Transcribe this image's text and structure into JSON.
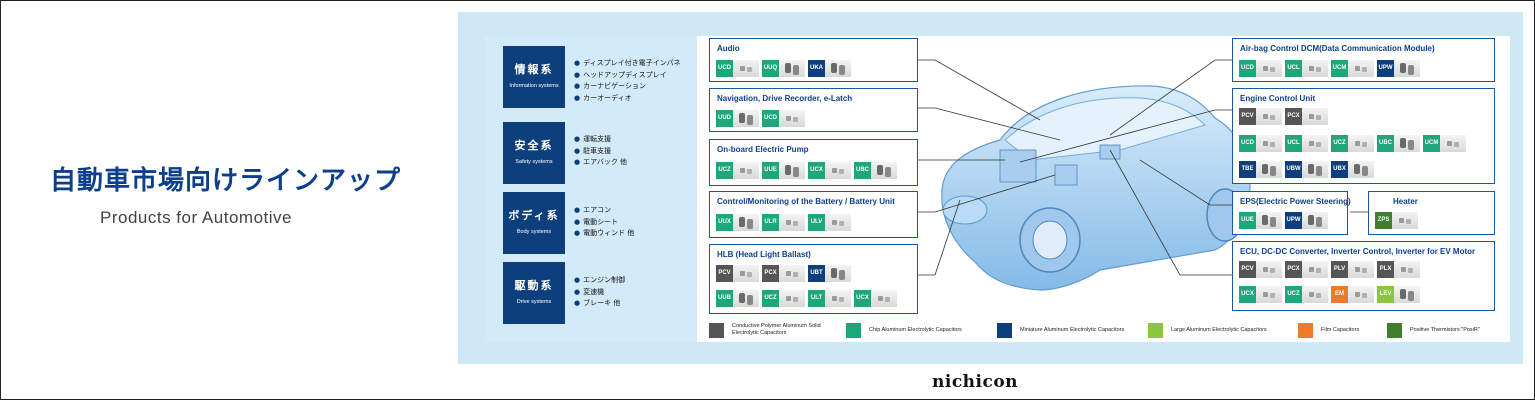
{
  "heading": {
    "ja": "自動車市場向けラインアップ",
    "en": "Products for Automotive"
  },
  "systems": [
    {
      "ja": "情報系",
      "en": "Information systems",
      "items": [
        "ディスプレイ付き電子インパネ",
        "ヘッドアップディスプレイ",
        "カーナビゲーション",
        "カーオーディオ"
      ]
    },
    {
      "ja": "安全系",
      "en": "Safety systems",
      "items": [
        "運転支援",
        "駐車支援",
        "エアバック 他"
      ]
    },
    {
      "ja": "ボディ系",
      "en": "Body systems",
      "items": [
        "エアコン",
        "電動シート",
        "電動ウィンド 他"
      ]
    },
    {
      "ja": "駆動系",
      "en": "Drive systems",
      "items": [
        "エンジン制御",
        "変速機",
        "ブレーキ 他"
      ]
    }
  ],
  "cards": {
    "audio": {
      "title": "Audio",
      "badges": [
        "UCD",
        "UUQ",
        "UKA"
      ]
    },
    "navigation": {
      "title": "Navigation, Drive Recorder, e-Latch",
      "badges": [
        "UUD",
        "UCD"
      ]
    },
    "pump": {
      "title": "On-board Electric Pump",
      "badges": [
        "UCZ",
        "UUE",
        "UCX",
        "UBC"
      ]
    },
    "battery": {
      "title": "Control/Monitoring of the Battery / Battery Unit",
      "badges": [
        "UUX",
        "ULR",
        "ULV"
      ]
    },
    "hlb": {
      "title": "HLB (Head Light Ballast)",
      "badges": [
        "PCV",
        "PCX",
        "UBT",
        "UUB",
        "UCZ",
        "ULT",
        "UCX"
      ]
    },
    "airbag": {
      "title": "Air-bag Control DCM(Data Communication Module)",
      "badges": [
        "UCD",
        "UCL",
        "UCM",
        "UPW"
      ]
    },
    "engine": {
      "title": "Engine Control Unit",
      "badges": [
        "PCV",
        "PCX",
        "UCD",
        "UCL",
        "UCZ",
        "UBC",
        "UCM",
        "TBE",
        "UBW",
        "UBX"
      ]
    },
    "eps": {
      "title": "EPS(Electric Power Steering)",
      "badges": [
        "UUE",
        "UPW"
      ]
    },
    "heater": {
      "title": "Heater",
      "badges": [
        "ZPS"
      ]
    },
    "ecu": {
      "title": "ECU, DC-DC Converter, Inverter Control, Inverter for EV Motor",
      "badges": [
        "PCV",
        "PCX",
        "PLV",
        "PLX",
        "UCX",
        "UCZ",
        "EM",
        "LEV"
      ]
    }
  },
  "legend": [
    {
      "label": "Conductive Polymer Aluminum Solid Electrolytic Capacitors",
      "color": "#555555"
    },
    {
      "label": "Chip Aluminum Electrolytic Capacitors",
      "color": "#1fa67a"
    },
    {
      "label": "Miniature Aluminum Electrolytic Capacitors",
      "color": "#0e3f7d"
    },
    {
      "label": "Large Aluminum Electrolytic Capacitors",
      "color": "#8cc63e"
    },
    {
      "label": "Film Capacitors",
      "color": "#ef7a2a"
    },
    {
      "label": "Positive Thermistors \"PosiR\"",
      "color": "#3f7f2e"
    }
  ],
  "logo": "nichicon"
}
